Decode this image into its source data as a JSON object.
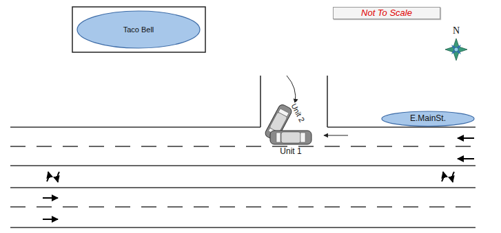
{
  "diagram": {
    "nodes": [
      {
        "text": [
          "Not To Scale"
        ]
      },
      {
        "text": [
          "Taco Bell"
        ]
      },
      {
        "text": [
          "E.MainSt."
        ]
      }
    ],
    "labels": [
      "N",
      "Unit 2",
      "Unit 1"
    ]
  }
}
